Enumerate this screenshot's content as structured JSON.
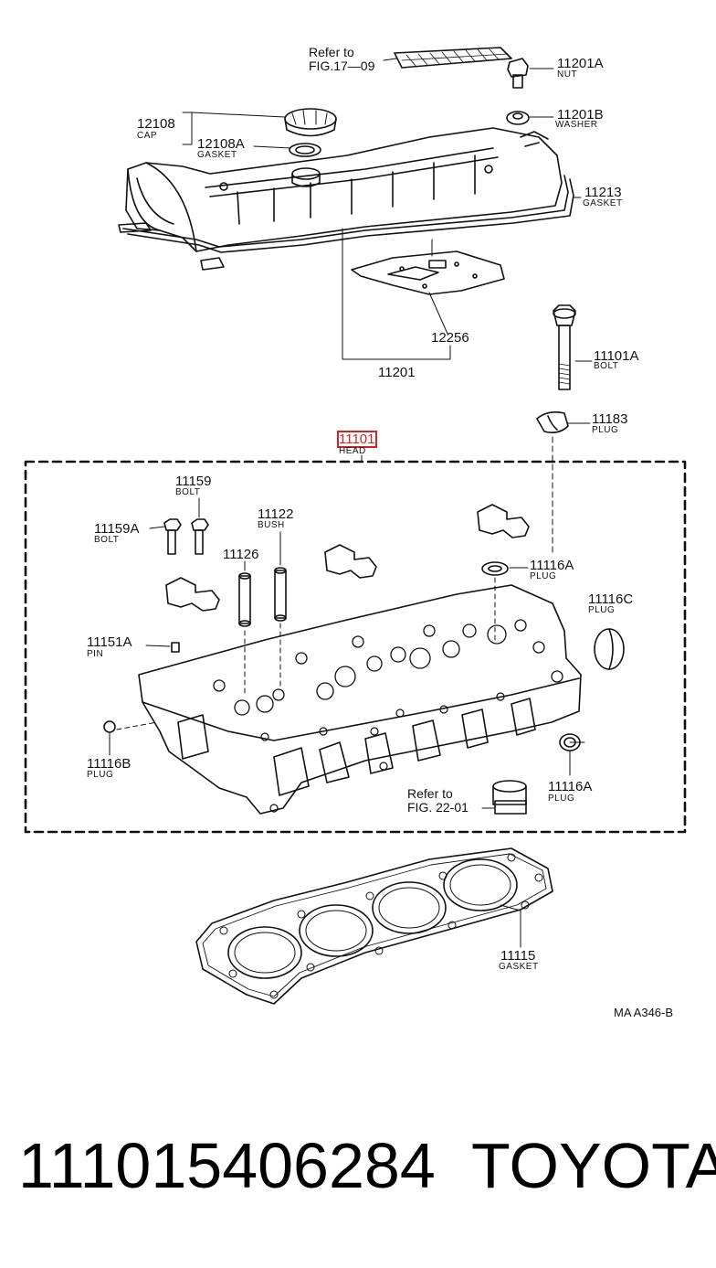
{
  "diagram": {
    "labels": {
      "refer_fig17": "Refer to\nFIG.17—09",
      "p11201A": "11201A",
      "p11201A_desc": "NUT",
      "p12108": "12108",
      "p12108_desc": "CAP",
      "p12108A": "12108A",
      "p12108A_desc": "GASKET",
      "p11201B": "11201B",
      "p11201B_desc": "WASHER",
      "p11213": "11213",
      "p11213_desc": "GASKET",
      "p12256": "12256",
      "p11201": "11201",
      "p11101A": "11101A",
      "p11101A_desc": "BOLT",
      "p11183": "11183",
      "p11183_desc": "PLUG",
      "p11101": "11101",
      "p11101_desc": "HEAD",
      "p11159": "11159",
      "p11159_desc": "BOLT",
      "p11122": "11122",
      "p11122_desc": "BUSH",
      "p11159A": "11159A",
      "p11159A_desc": "BOLT",
      "p11126": "11126",
      "p11116A_top": "11116A",
      "p11116A_top_desc": "PLUG",
      "p11116C": "11116C",
      "p11116C_desc": "PLUG",
      "p11151A": "11151A",
      "p11151A_desc": "PIN",
      "p11116B": "11116B",
      "p11116B_desc": "PLUG",
      "refer_fig22": "Refer to\nFIG. 22-01",
      "p11116A_bot": "11116A",
      "p11116A_bot_desc": "PLUG",
      "p11115": "11115",
      "p11115_desc": "GASKET",
      "drawing_code": "MA  A346-B"
    },
    "highlight_color": "#d22222"
  },
  "footer": {
    "part_number": "11101540628 4",
    "part_number_display": "111015406284",
    "brand": "TOYOTA"
  }
}
